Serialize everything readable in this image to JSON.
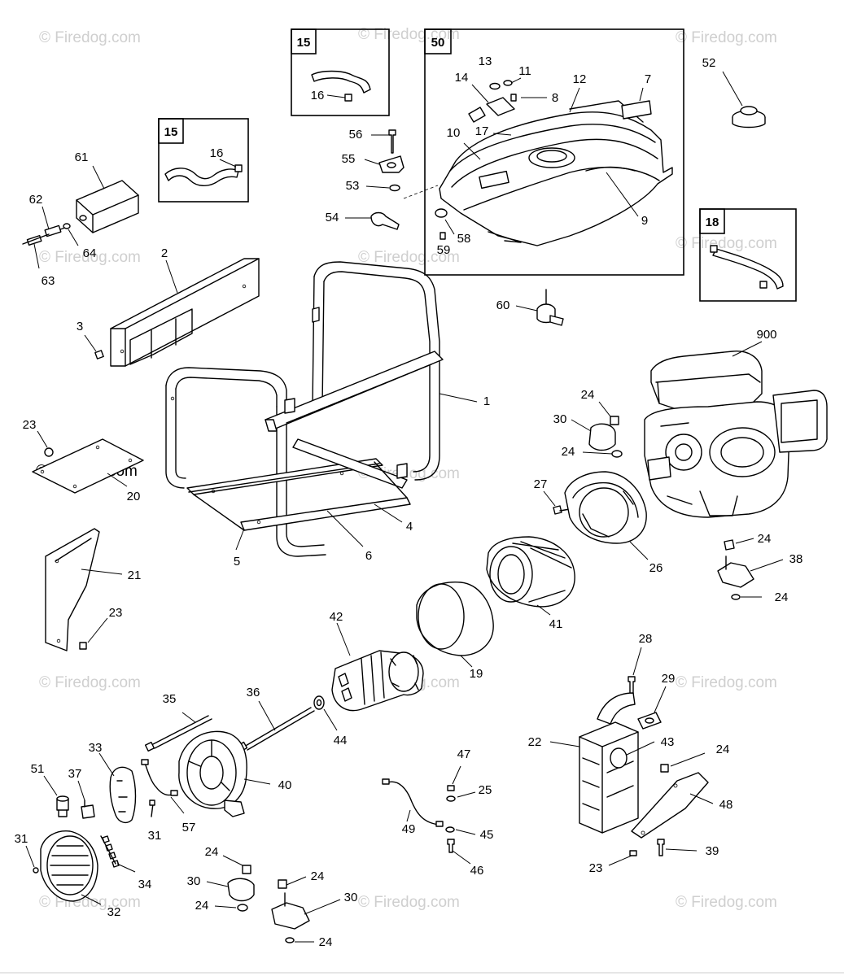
{
  "watermark": "© Firedog.com",
  "callouts": {
    "c1": "1",
    "c2": "2",
    "c3": "3",
    "c4": "4",
    "c5": "5",
    "c6": "6",
    "c7": "7",
    "c8": "8",
    "c9": "9",
    "c10": "10",
    "c11": "11",
    "c12": "12",
    "c13": "13",
    "c14": "14",
    "c15a": "15",
    "c15b": "15",
    "c16a": "16",
    "c16b": "16",
    "c17": "17",
    "c18": "18",
    "c19": "19",
    "c20": "20",
    "c21": "21",
    "c22": "22",
    "c23a": "23",
    "c23b": "23",
    "c23c": "23",
    "c24a": "24",
    "c24b": "24",
    "c24c": "24",
    "c24d": "24",
    "c24e": "24",
    "c24f": "24",
    "c24g": "24",
    "c24h": "24",
    "c24i": "24",
    "c25": "25",
    "c26": "26",
    "c27": "27",
    "c28": "28",
    "c29": "29",
    "c30a": "30",
    "c30b": "30",
    "c30c": "30",
    "c31a": "31",
    "c31b": "31",
    "c32": "32",
    "c33": "33",
    "c34": "34",
    "c35": "35",
    "c36": "36",
    "c37": "37",
    "c38": "38",
    "c39": "39",
    "c40": "40",
    "c41": "41",
    "c42": "42",
    "c43": "43",
    "c44": "44",
    "c45": "45",
    "c46": "46",
    "c47": "47",
    "c48": "48",
    "c49": "49",
    "c50": "50",
    "c51": "51",
    "c52": "52",
    "c53": "53",
    "c54": "54",
    "c55": "55",
    "c56": "56",
    "c57": "57",
    "c58": "58",
    "c59": "59",
    "c60": "60",
    "c61": "61",
    "c62": "62",
    "c63": "63",
    "c64": "64",
    "c900": "900"
  }
}
